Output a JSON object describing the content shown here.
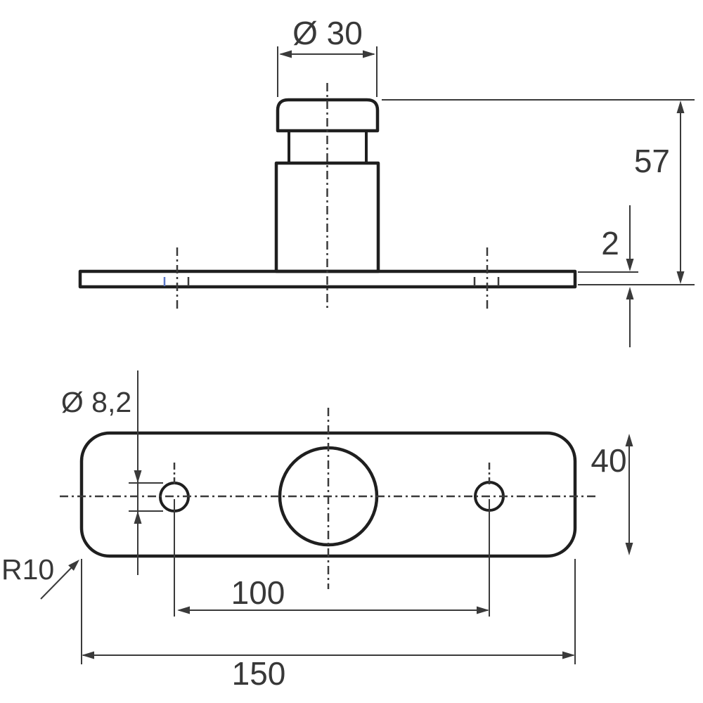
{
  "drawing": {
    "type": "technical-drawing-two-views",
    "colors": {
      "outline": "#1f1f1f",
      "dim_line": "#3a3a3a",
      "text": "#383838",
      "hidden_edge_blue": "#5b78c8",
      "background": "#ffffff"
    },
    "views": {
      "front": {
        "labels": {
          "stud_diameter": "Ø 30",
          "total_height": "57",
          "plate_thickness": "2"
        }
      },
      "top": {
        "labels": {
          "hole_diameter": "Ø 8,2",
          "plate_depth": "40",
          "corner_radius": "R10",
          "hole_spacing": "100",
          "plate_length": "150"
        }
      }
    }
  }
}
